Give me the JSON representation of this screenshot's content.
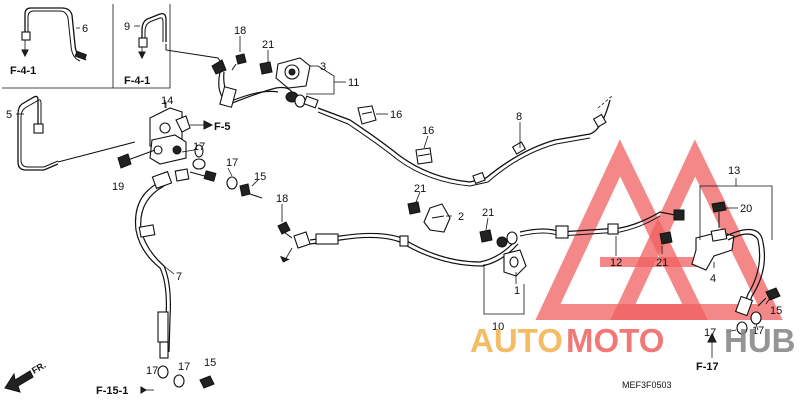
{
  "diagram": {
    "code": "MEF3F0503",
    "direction_label": "FR.",
    "references": {
      "f41_left": "F-4-1",
      "f41_right": "F-4-1",
      "f5": "F-5",
      "f17": "F-17",
      "f151": "F-15-1"
    },
    "callouts": {
      "c1": "1",
      "c2": "2",
      "c3": "3",
      "c4": "4",
      "c5": "5",
      "c6": "6",
      "c7": "7",
      "c8": "8",
      "c9": "9",
      "c10": "10",
      "c11": "11",
      "c12": "12",
      "c13": "13",
      "c14": "14",
      "c15a": "15",
      "c15b": "15",
      "c15c": "15",
      "c16a": "16",
      "c16b": "16",
      "c17a": "17",
      "c17b": "17",
      "c17c": "17",
      "c17d": "17",
      "c17e": "17",
      "c17f": "17",
      "c18a": "18",
      "c18b": "18",
      "c19": "19",
      "c20": "20",
      "c21a": "21",
      "c21b": "21",
      "c21c": "21",
      "c21d": "21"
    }
  },
  "watermark": {
    "word_a": "AUTO",
    "word_b": "MOTO",
    "word_c": "HUB",
    "color_a": "#f2b24a",
    "color_b": "#f06060",
    "color_c": "#8a8a8a"
  }
}
